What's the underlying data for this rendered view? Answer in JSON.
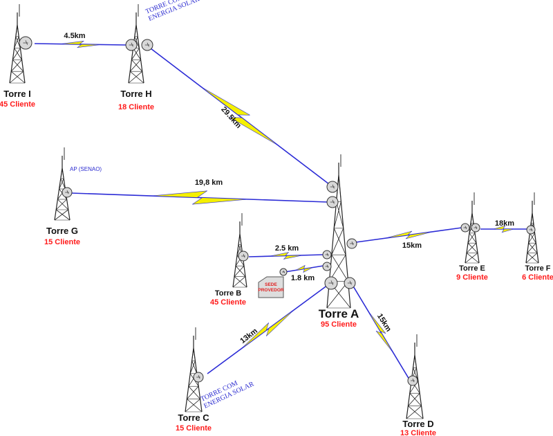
{
  "towers": {
    "A": {
      "name": "Torre A",
      "clients": "95 Cliente"
    },
    "B": {
      "name": "Torre B",
      "clients": "45 Cliente"
    },
    "C": {
      "name": "Torre C",
      "clients": "15 Cliente"
    },
    "D": {
      "name": "Torre D",
      "clients": "13 Cliente"
    },
    "E": {
      "name": "Torre E",
      "clients": "9 Cliente"
    },
    "F": {
      "name": "Torre F",
      "clients": "6 Cliente"
    },
    "G": {
      "name": "Torre G",
      "clients": "15 Cliente"
    },
    "H": {
      "name": "Torre H",
      "clients": "18 Cliente"
    },
    "I": {
      "name": "Torre I",
      "clients": "45 Cliente"
    }
  },
  "links": {
    "I_H": "4.5km",
    "H_A": "29.5km",
    "G_A": "19,8 km",
    "B_A": "2.5 km",
    "sede_A": "1.8 km",
    "A_E": "15km",
    "E_F": "18km",
    "A_C": "13km",
    "A_D": "15km"
  },
  "notes": {
    "solar_h_line1": "TORRE COM",
    "solar_h_line2": "ENERGIA SOLAR",
    "solar_c_line1": "TORRE COM",
    "solar_c_line2": "ENERGIA SOLAR",
    "ap_g": "AP (SENAO)"
  },
  "sede": {
    "line1": "SEDE",
    "line2": "PROVEDOR"
  },
  "colors": {
    "link": "#2b2bd6",
    "bolt": "#f5f000",
    "client": "#ff1a1a"
  }
}
